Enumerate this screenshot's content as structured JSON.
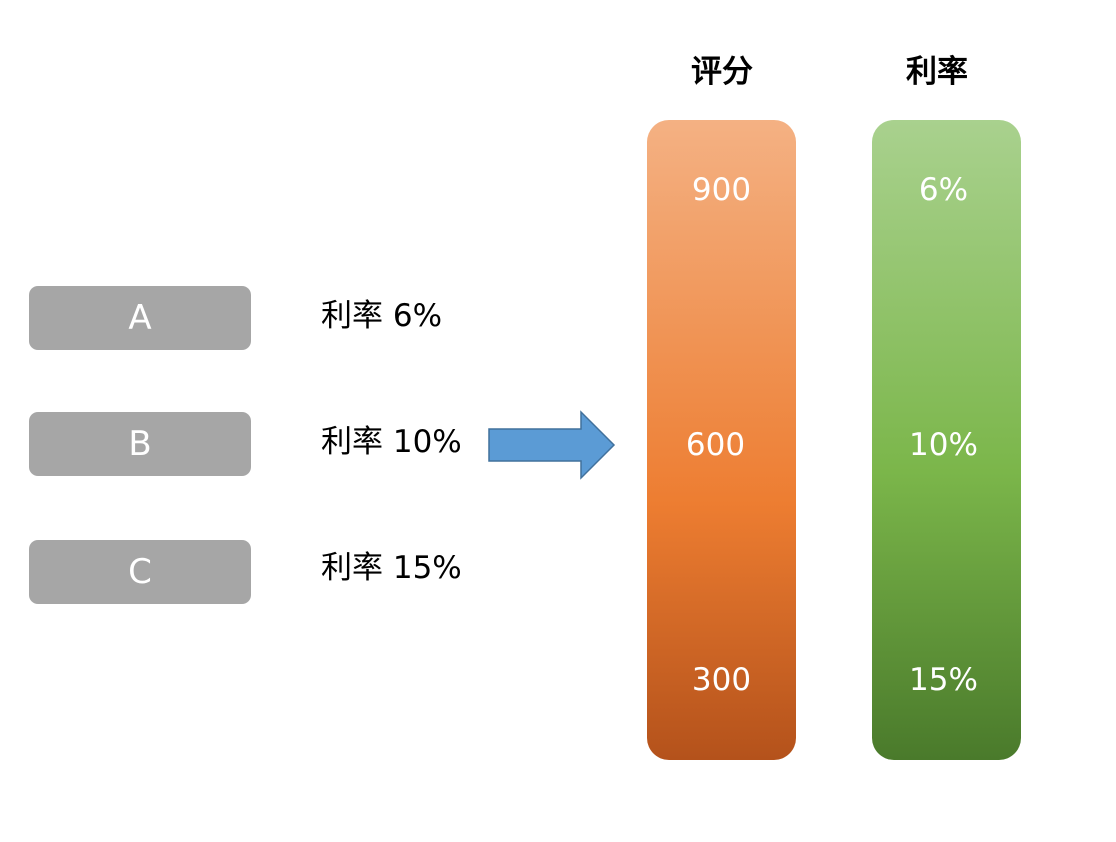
{
  "left_boxes": [
    {
      "label": "A",
      "rate_text": "利率 6%"
    },
    {
      "label": "B",
      "rate_text": "利率 10%"
    },
    {
      "label": "C",
      "rate_text": "利率 15%"
    }
  ],
  "columns": {
    "score": {
      "header": "评分",
      "values": [
        "900",
        "600",
        "300"
      ]
    },
    "rate": {
      "header": "利率",
      "values": [
        "6%",
        "10%",
        "15%"
      ]
    }
  },
  "colors": {
    "box_fill": "#a6a6a6",
    "arrow_fill": "#5b9bd5",
    "score_top": "#f4b183",
    "score_bottom": "#b4521b",
    "rate_top": "#a9d18e",
    "rate_bottom": "#4a7a2b"
  },
  "icons": {
    "arrow": "right-arrow-icon"
  }
}
